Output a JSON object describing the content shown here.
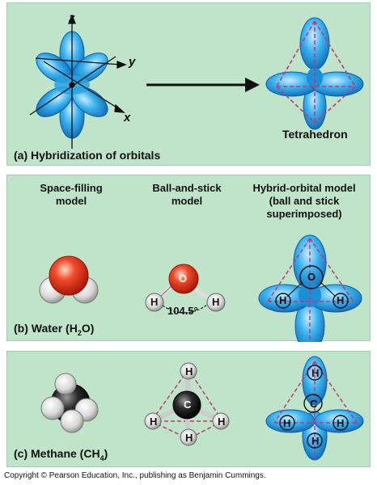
{
  "panel_a": {
    "axis_x": "x",
    "axis_y": "y",
    "axis_z": "z",
    "shape_label": "Tetrahedron",
    "caption": "(a) Hybridization of orbitals"
  },
  "panel_b": {
    "col1_header": "Space-filling model",
    "col2_header": "Ball-and-stick model",
    "col3_header": "Hybrid-orbital model (ball and stick superimposed)",
    "oxygen_label": "O",
    "hydrogen_label": "H",
    "bond_angle": "104.5°",
    "caption_prefix": "(b) Water (H",
    "caption_sub": "2",
    "caption_suffix": "O)"
  },
  "panel_c": {
    "carbon_label": "C",
    "hydrogen_label": "H",
    "caption_prefix": "(c) Methane (CH",
    "caption_sub": "4",
    "caption_suffix": ")"
  },
  "copyright": "Copyright © Pearson Education, Inc., publishing as Benjamin Cummings.",
  "colors": {
    "panel_bg": "#bfe4c9",
    "orbital_blue": "#3ab0ea",
    "oxygen_red": "#e0301e",
    "tetra_dash": "#c2387a"
  }
}
